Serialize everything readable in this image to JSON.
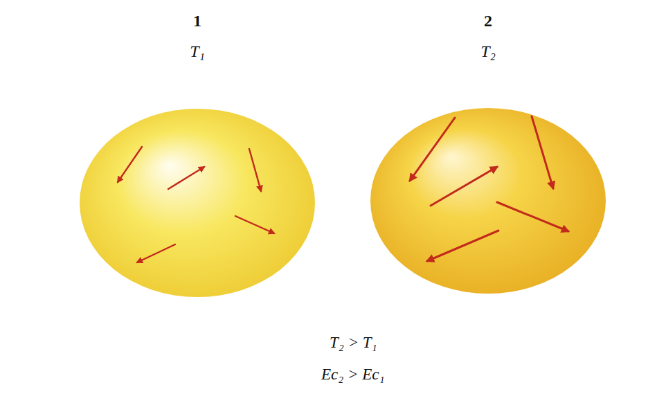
{
  "diagram": {
    "nodes": [
      {
        "text": [
          "1",
          "T₁"
        ]
      },
      {
        "text": [
          "2",
          "T₂"
        ]
      }
    ],
    "labels": [
      "T₂ > T₁",
      "Ec₂ > Ec₁"
    ]
  }
}
